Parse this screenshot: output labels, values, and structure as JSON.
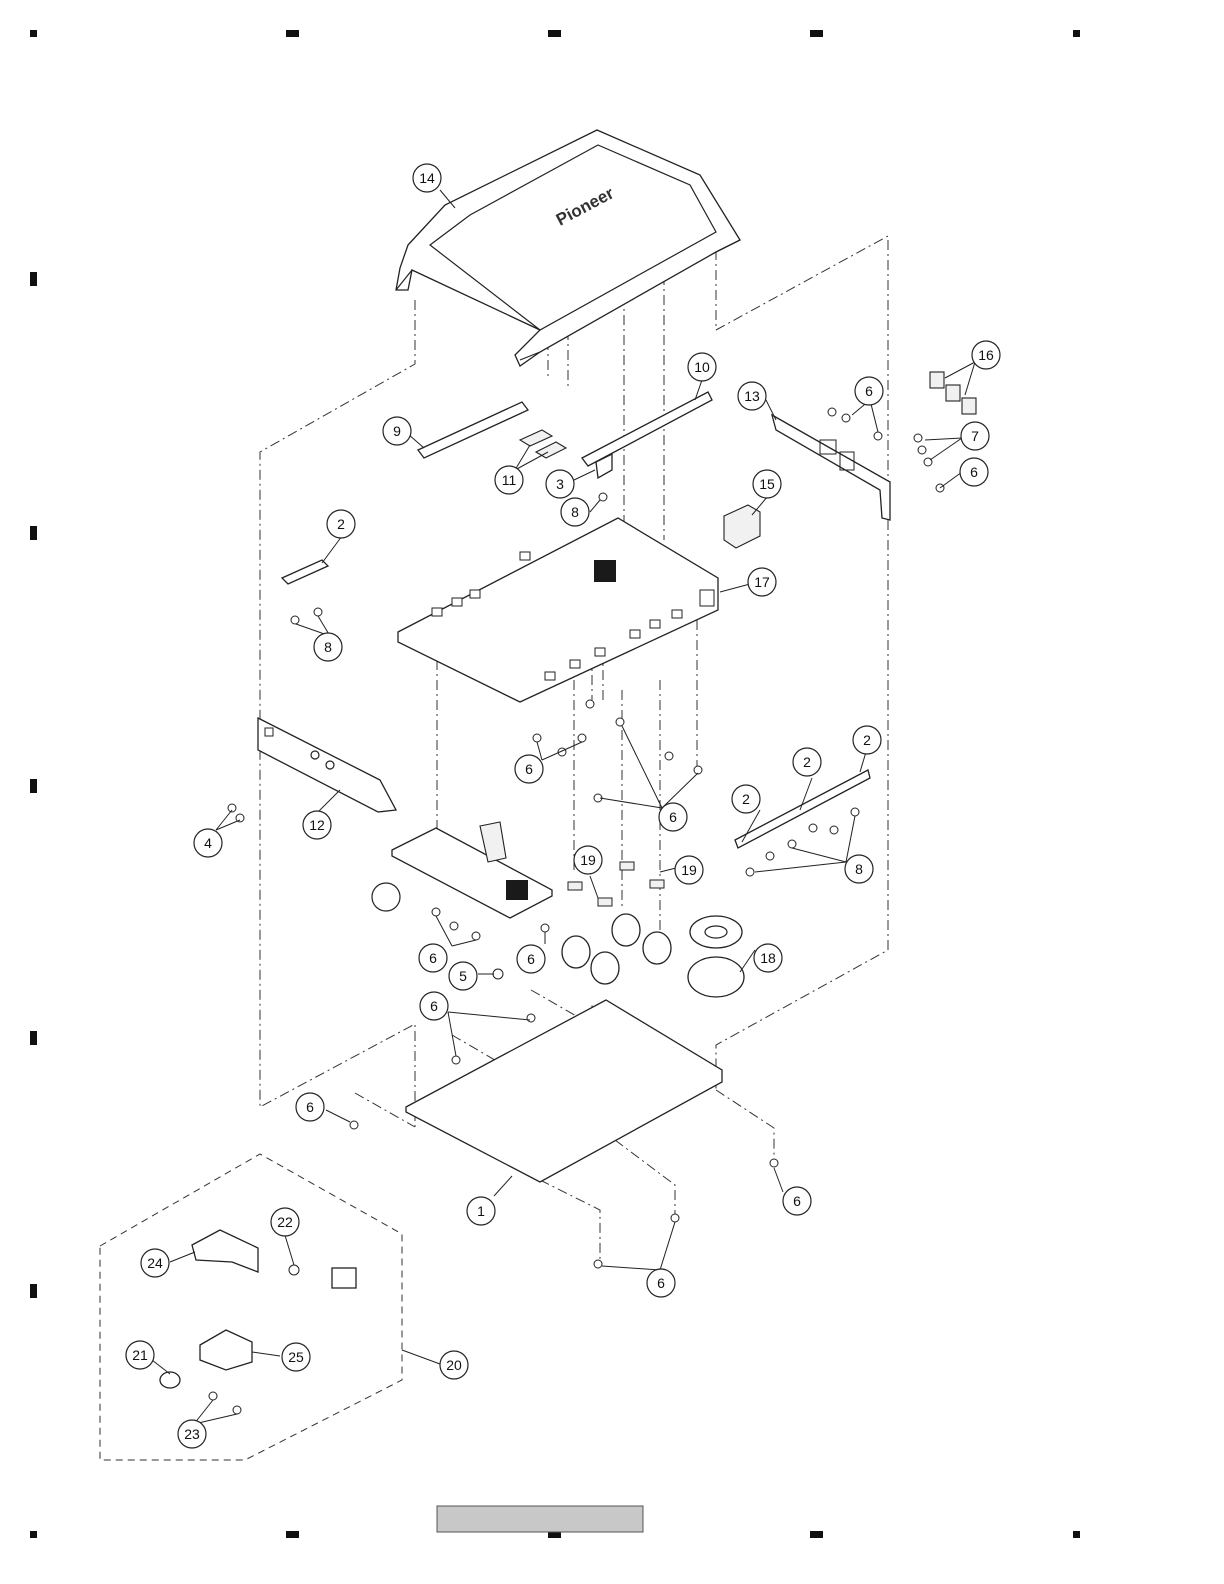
{
  "title_bar": {
    "text": "",
    "color": "#c8c8c8"
  },
  "brand_logo_text": "Pioneer",
  "colors": {
    "line": "#222222",
    "fill_block": "#1a1a1a",
    "background": "#ffffff"
  },
  "callouts": [
    "1",
    "2",
    "3",
    "4",
    "5",
    "6",
    "7",
    "8",
    "9",
    "10",
    "11",
    "12",
    "13",
    "14",
    "15",
    "16",
    "17",
    "18",
    "19",
    "20",
    "21",
    "22",
    "23",
    "24",
    "25",
    ""
  ]
}
